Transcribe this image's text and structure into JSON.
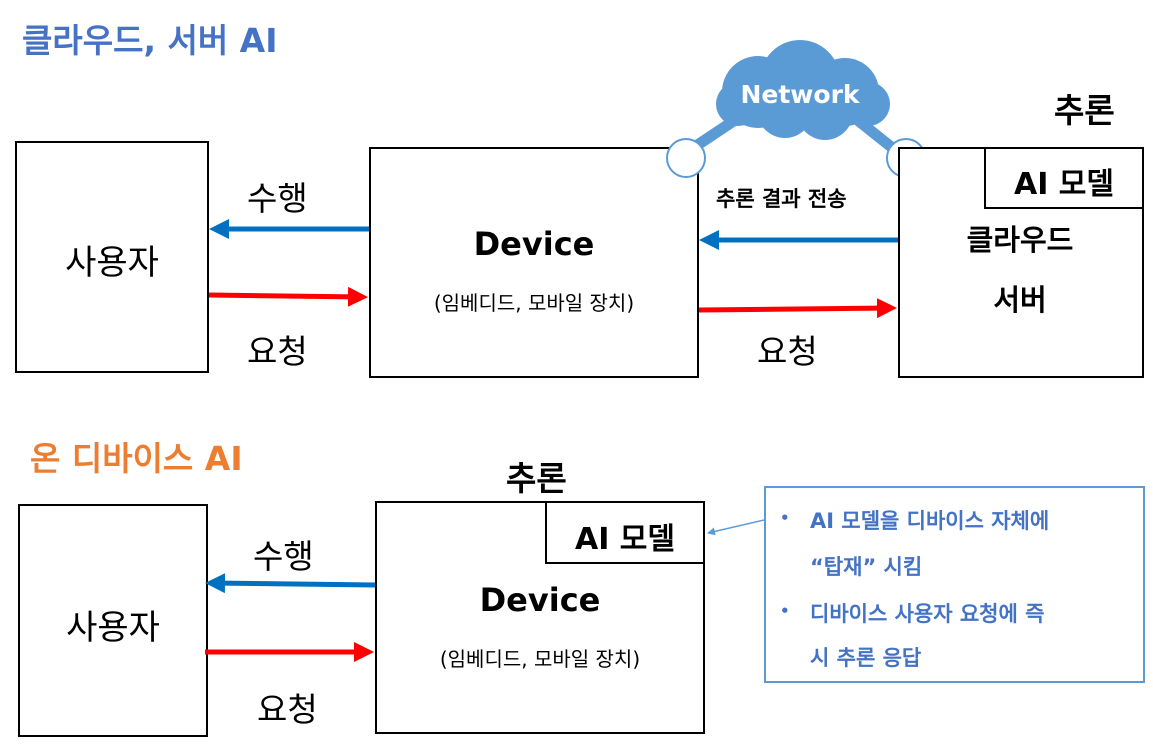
{
  "colors": {
    "cloud_title": "#4472c4",
    "device_title": "#ed7d31",
    "blue_arrow": "#0070c0",
    "red_arrow": "#ff0000",
    "network": "#5b9bd5"
  },
  "top": {
    "title": "클라우드, 서버 AI",
    "user_box": "사용자",
    "perform_label": "수행",
    "request_label_left": "요청",
    "device_title": "Device",
    "device_sub": "(임베디드, 모바일 장치)",
    "network": "Network",
    "result_label": "추론 결과 전송",
    "request_label_right": "요청",
    "inference_label": "추론",
    "ai_model": "AI 모델",
    "server_line1": "클라우드",
    "server_line2": "서버"
  },
  "bottom": {
    "title": "온 디바이스 AI",
    "user_box": "사용자",
    "perform_label": "수행",
    "request_label": "요청",
    "inference_label": "추론",
    "ai_model": "AI 모델",
    "device_title": "Device",
    "device_sub": "(임베디드, 모바일 장치)",
    "notes": [
      "AI 모델을 디바이스 자체에",
      "“탑재” 시킴",
      "디바이스 사용자 요청에 즉",
      "시 추론 응답"
    ]
  }
}
